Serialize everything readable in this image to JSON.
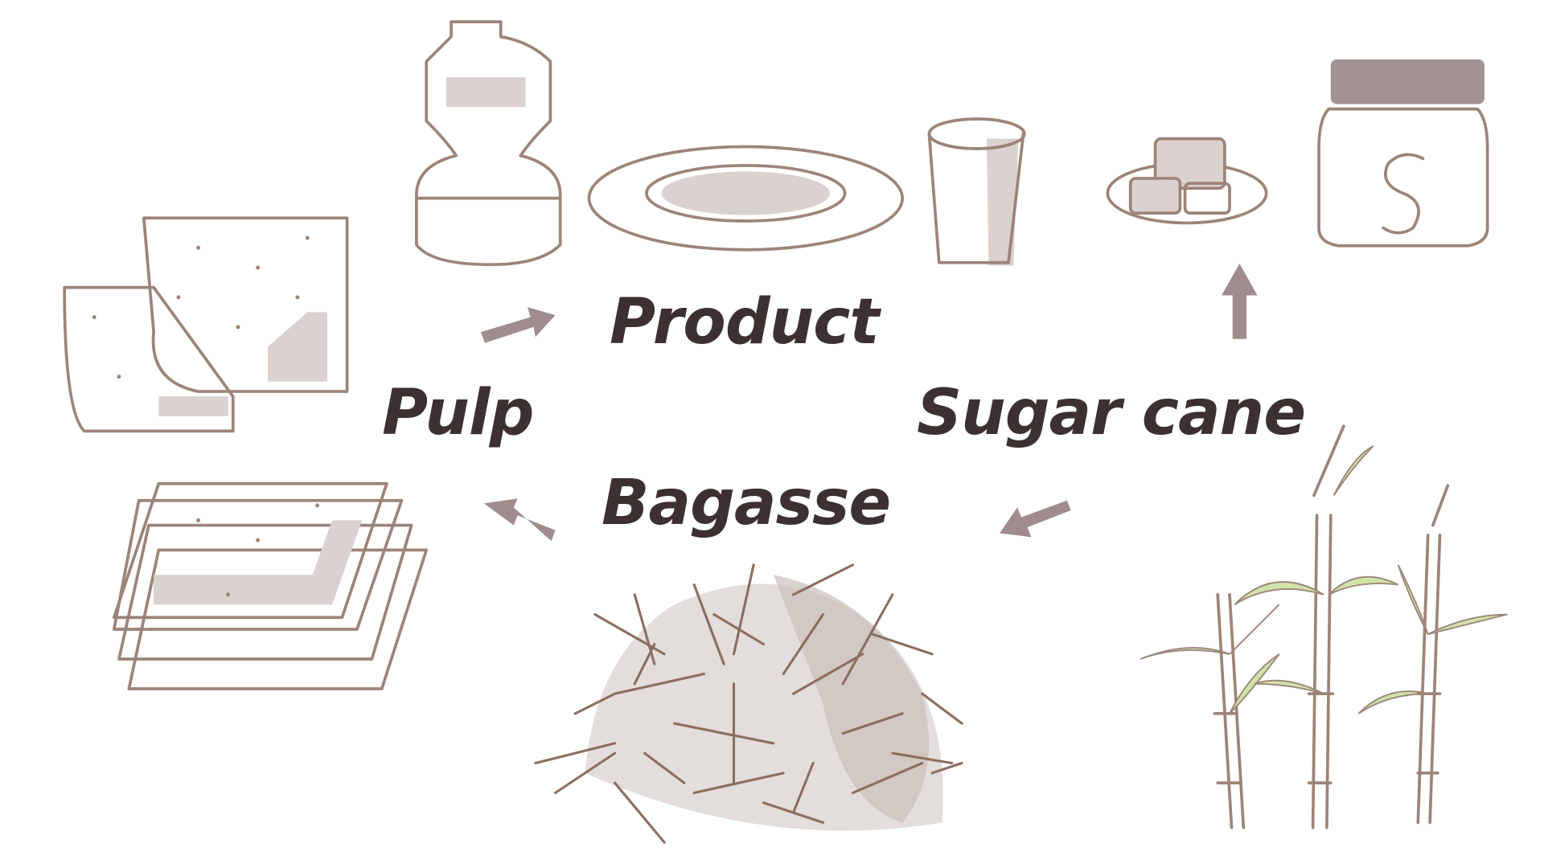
{
  "diagram": {
    "nodes": [
      {
        "id": "product",
        "label": "Product"
      },
      {
        "id": "pulp",
        "label": "Pulp"
      },
      {
        "id": "sugar_cane",
        "label": "Sugar cane"
      },
      {
        "id": "bagasse",
        "label": "Bagasse"
      }
    ],
    "edges": [
      {
        "from": "sugar_cane",
        "to": "sugar_products"
      },
      {
        "from": "sugar_cane",
        "to": "bagasse"
      },
      {
        "from": "bagasse",
        "to": "pulp"
      },
      {
        "from": "pulp",
        "to": "product"
      }
    ],
    "colors": {
      "text": "#3d3030",
      "arrow": "#a08c8c",
      "sketch": "#9c8478",
      "leaf": "#cfe3a8"
    }
  }
}
